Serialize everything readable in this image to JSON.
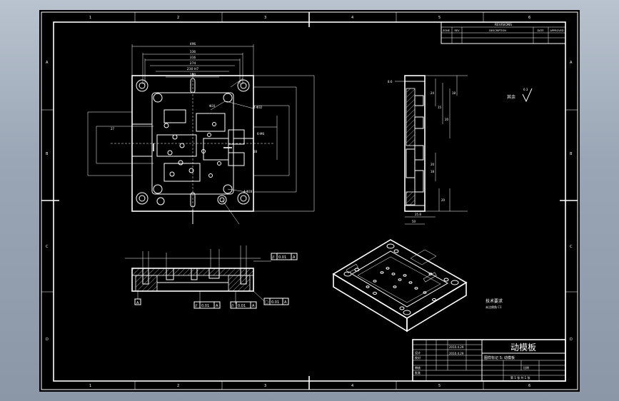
{
  "revision_table": {
    "title": "REVISIONS",
    "columns": [
      "ZONE",
      "REV",
      "DESCRIPTION",
      "DATE",
      "APPROVED"
    ]
  },
  "border": {
    "col_labels_top": [
      "1",
      "2",
      "3",
      "4",
      "5",
      "6"
    ],
    "col_labels_bottom": [
      "1",
      "2",
      "3",
      "4",
      "5",
      "6"
    ],
    "row_labels_left": [
      "A",
      "B",
      "C",
      "D"
    ],
    "row_labels_right": [
      "A",
      "B",
      "C",
      "D"
    ]
  },
  "title_block": {
    "part_name": "动模板",
    "rows": [
      {
        "role": "设计",
        "date": "2010.4.29"
      },
      {
        "role": "校对",
        "date": "2010.4.29"
      },
      {
        "role": "审核",
        "date": ""
      },
      {
        "role": "批准",
        "date": ""
      }
    ],
    "material_line": "图样标记 S: 动模板",
    "scale_label": "比例",
    "footer": "第 1 张 共 1 张"
  },
  "notes": {
    "surface_label": "其余",
    "roughness": "6.3",
    "tech_title": "技术要求",
    "tech_line": "未注倒角 C1"
  },
  "tolerances": [
    {
      "symbol": "//",
      "value": "0.01",
      "datum": "A"
    },
    {
      "symbol": "//",
      "value": "0.01",
      "datum": "A"
    },
    {
      "symbol": "//",
      "value": "0.01",
      "datum": "A"
    },
    {
      "symbol": "□",
      "value": "0.01",
      "datum": "A"
    }
  ],
  "datum_label": "A",
  "dims": {
    "top": [
      "496",
      "336",
      "316",
      "274",
      "230 H7",
      "180"
    ],
    "side": [
      "8.6",
      "24",
      "15",
      "20",
      "18",
      "20",
      "18",
      "20",
      "25.8",
      "50"
    ],
    "misc": [
      "4-Φ32",
      "Φ20",
      "4-Φ28",
      "6-M6",
      "38",
      "27"
    ]
  }
}
